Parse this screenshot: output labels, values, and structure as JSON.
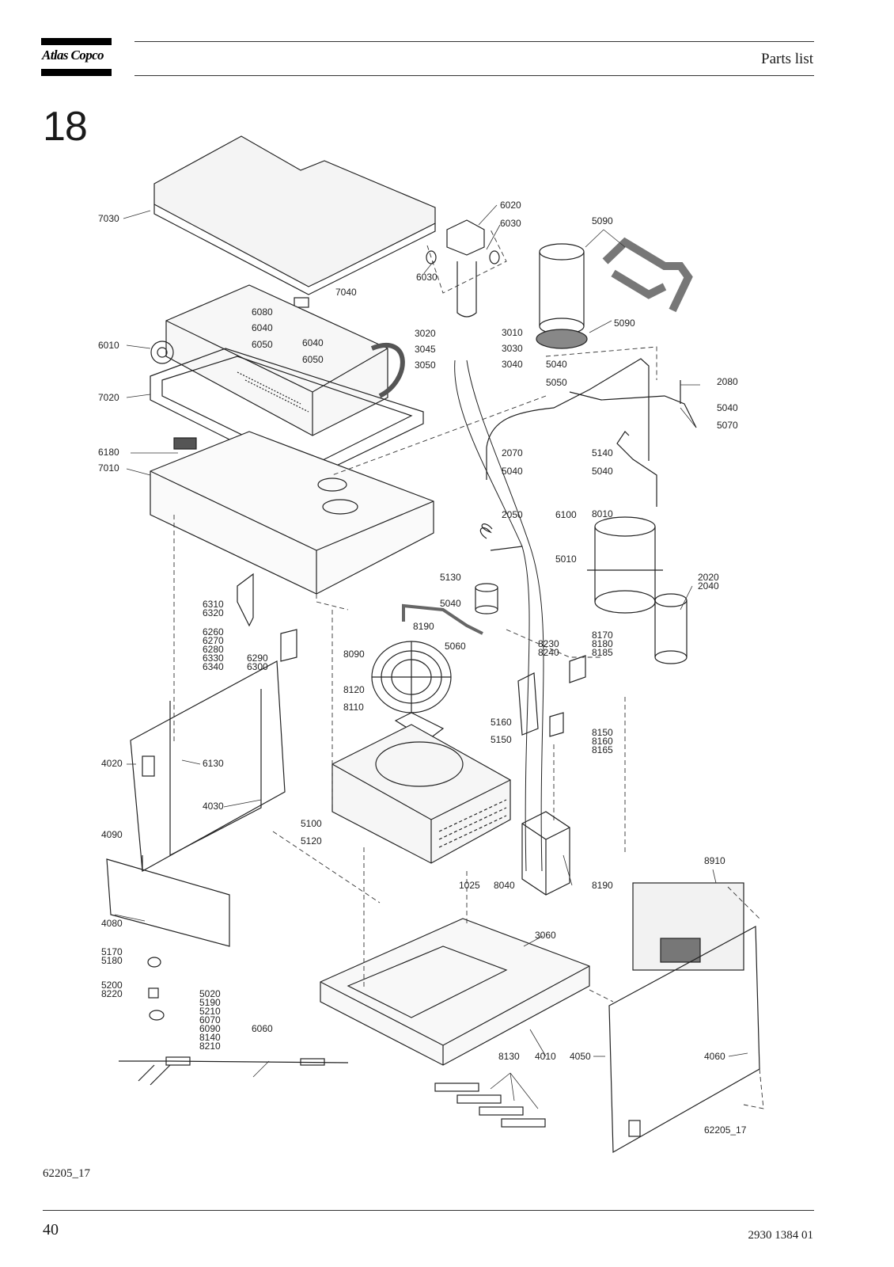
{
  "header": {
    "brand": "Atlas Copco",
    "title": "Parts list"
  },
  "section": "18",
  "drawing": {
    "reference": "62205_17",
    "callouts": [
      {
        "id": "c7030",
        "text": "7030"
      },
      {
        "id": "c6020",
        "text": "6020"
      },
      {
        "id": "c6030a",
        "text": "6030"
      },
      {
        "id": "c6030b",
        "text": "6030"
      },
      {
        "id": "c5090a",
        "text": "5090"
      },
      {
        "id": "c5090b",
        "text": "5090"
      },
      {
        "id": "c7040",
        "text": "7040"
      },
      {
        "id": "c6080",
        "text": "6080"
      },
      {
        "id": "c6040a",
        "text": "6040"
      },
      {
        "id": "c6050a",
        "text": "6050"
      },
      {
        "id": "c6040b",
        "text": "6040"
      },
      {
        "id": "c6050b",
        "text": "6050"
      },
      {
        "id": "c6010",
        "text": "6010"
      },
      {
        "id": "c3020",
        "text": "3020"
      },
      {
        "id": "c3045",
        "text": "3045"
      },
      {
        "id": "c3050",
        "text": "3050"
      },
      {
        "id": "c3010",
        "text": "3010"
      },
      {
        "id": "c3030",
        "text": "3030"
      },
      {
        "id": "c3040",
        "text": "3040"
      },
      {
        "id": "c5040a",
        "text": "5040"
      },
      {
        "id": "c5050",
        "text": "5050"
      },
      {
        "id": "c2080",
        "text": "2080"
      },
      {
        "id": "c5040b",
        "text": "5040"
      },
      {
        "id": "c5070",
        "text": "5070"
      },
      {
        "id": "c7020",
        "text": "7020"
      },
      {
        "id": "c2070",
        "text": "2070"
      },
      {
        "id": "c5040c",
        "text": "5040"
      },
      {
        "id": "c5140",
        "text": "5140"
      },
      {
        "id": "c5040d",
        "text": "5040"
      },
      {
        "id": "c6180",
        "text": "6180"
      },
      {
        "id": "c7010",
        "text": "7010"
      },
      {
        "id": "c2050",
        "text": "2050"
      },
      {
        "id": "c6100",
        "text": "6100"
      },
      {
        "id": "c8010",
        "text": "8010"
      },
      {
        "id": "c5010",
        "text": "5010"
      },
      {
        "id": "c5130",
        "text": "5130"
      },
      {
        "id": "c2020",
        "text": "2020"
      },
      {
        "id": "c2040",
        "text": "2040"
      },
      {
        "id": "c6310",
        "text": "6310"
      },
      {
        "id": "c6320",
        "text": "6320"
      },
      {
        "id": "c5040e",
        "text": "5040"
      },
      {
        "id": "c8190a",
        "text": "8190"
      },
      {
        "id": "c6260",
        "text": "6260"
      },
      {
        "id": "c6270",
        "text": "6270"
      },
      {
        "id": "c6280",
        "text": "6280"
      },
      {
        "id": "c6330",
        "text": "6330"
      },
      {
        "id": "c6340",
        "text": "6340"
      },
      {
        "id": "c6290",
        "text": "6290"
      },
      {
        "id": "c6300",
        "text": "6300"
      },
      {
        "id": "c8090",
        "text": "8090"
      },
      {
        "id": "c5060",
        "text": "5060"
      },
      {
        "id": "c8230",
        "text": "8230"
      },
      {
        "id": "c8240",
        "text": "8240"
      },
      {
        "id": "c8170",
        "text": "8170"
      },
      {
        "id": "c8180",
        "text": "8180"
      },
      {
        "id": "c8185",
        "text": "8185"
      },
      {
        "id": "c8120",
        "text": "8120"
      },
      {
        "id": "c8110",
        "text": "8110"
      },
      {
        "id": "c5160",
        "text": "5160"
      },
      {
        "id": "c5150",
        "text": "5150"
      },
      {
        "id": "c8150",
        "text": "8150"
      },
      {
        "id": "c8160",
        "text": "8160"
      },
      {
        "id": "c8165",
        "text": "8165"
      },
      {
        "id": "c4020",
        "text": "4020"
      },
      {
        "id": "c6130",
        "text": "6130"
      },
      {
        "id": "c4030",
        "text": "4030"
      },
      {
        "id": "c5100",
        "text": "5100"
      },
      {
        "id": "c4090",
        "text": "4090"
      },
      {
        "id": "c5120",
        "text": "5120"
      },
      {
        "id": "c8910",
        "text": "8910"
      },
      {
        "id": "c1025",
        "text": "1025"
      },
      {
        "id": "c8040",
        "text": "8040"
      },
      {
        "id": "c8190b",
        "text": "8190"
      },
      {
        "id": "c4080",
        "text": "4080"
      },
      {
        "id": "c3060",
        "text": "3060"
      },
      {
        "id": "c5170",
        "text": "5170"
      },
      {
        "id": "c5180",
        "text": "5180"
      },
      {
        "id": "c5200",
        "text": "5200"
      },
      {
        "id": "c8220",
        "text": "8220"
      },
      {
        "id": "c5020",
        "text": "5020"
      },
      {
        "id": "c5190",
        "text": "5190"
      },
      {
        "id": "c5210",
        "text": "5210"
      },
      {
        "id": "c6070",
        "text": "6070"
      },
      {
        "id": "c6090",
        "text": "6090"
      },
      {
        "id": "c8140",
        "text": "8140"
      },
      {
        "id": "c8210",
        "text": "8210"
      },
      {
        "id": "c6060",
        "text": "6060"
      },
      {
        "id": "c8130",
        "text": "8130"
      },
      {
        "id": "c4010",
        "text": "4010"
      },
      {
        "id": "c4050",
        "text": "4050"
      },
      {
        "id": "c4060",
        "text": "4060"
      }
    ]
  },
  "footer": {
    "figure_ref": "62205_17",
    "page": "40",
    "doc_number": "2930 1384 01"
  }
}
